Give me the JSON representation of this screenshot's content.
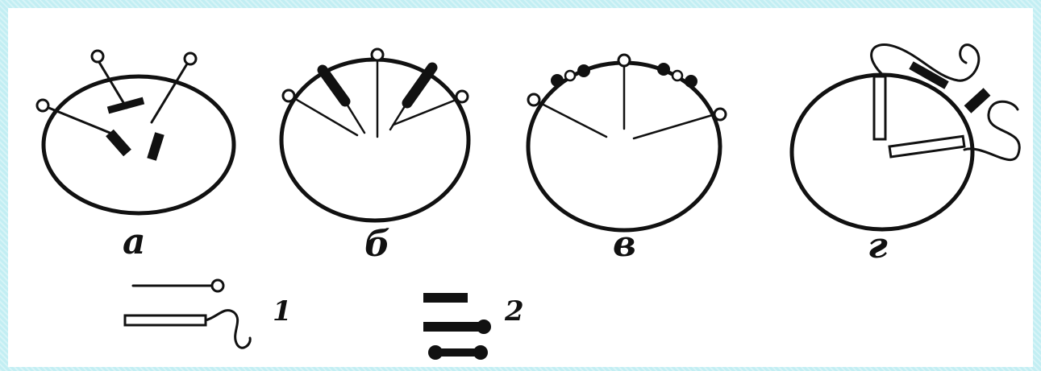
{
  "figure": {
    "panel_labels": [
      "а",
      "б",
      "в",
      "г"
    ],
    "legend_numbers": [
      "1",
      "2"
    ],
    "colors": {
      "frame": "#c2eef3",
      "ink": "#111111",
      "background": "#ffffff"
    }
  }
}
